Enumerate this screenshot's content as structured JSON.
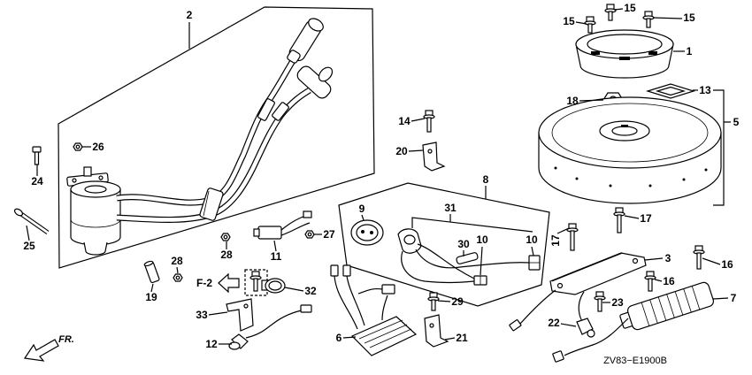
{
  "diagram": {
    "callouts": [
      "2",
      "15",
      "15",
      "15",
      "1",
      "13",
      "5",
      "18",
      "14",
      "26",
      "20",
      "24",
      "8",
      "9",
      "31",
      "17",
      "25",
      "11",
      "28",
      "27",
      "30",
      "10",
      "10",
      "17",
      "3",
      "16",
      "28",
      "19",
      "32",
      "16",
      "7",
      "23",
      "29",
      "33",
      "22",
      "6",
      "21",
      "12"
    ],
    "reference_marker": "F-2",
    "front_marker": "FR.",
    "code": "ZV83−E1900B"
  },
  "colors": {
    "line": "#000000",
    "background": "#ffffff"
  }
}
